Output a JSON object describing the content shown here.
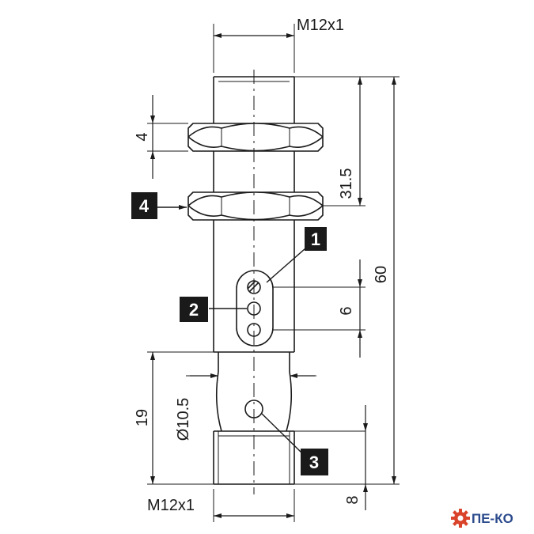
{
  "dimensions": {
    "thread_top": "M12x1",
    "thread_bottom": "M12x1",
    "nut_thickness": "4",
    "height_31_5": "31.5",
    "total_length": "60",
    "led_spacing": "6",
    "lower_length": "19",
    "lower_diameter": "Ø10.5",
    "bottom_thread_length": "8"
  },
  "callouts": {
    "c1": "1",
    "c2": "2",
    "c3": "3",
    "c4": "4"
  },
  "logo": {
    "text": "ПЕ-КО",
    "gear_color": "#d9442b",
    "text_color": "#2a4a8c"
  },
  "colors": {
    "line": "#1a1a1a",
    "callout_fill": "#1a1a1a"
  }
}
